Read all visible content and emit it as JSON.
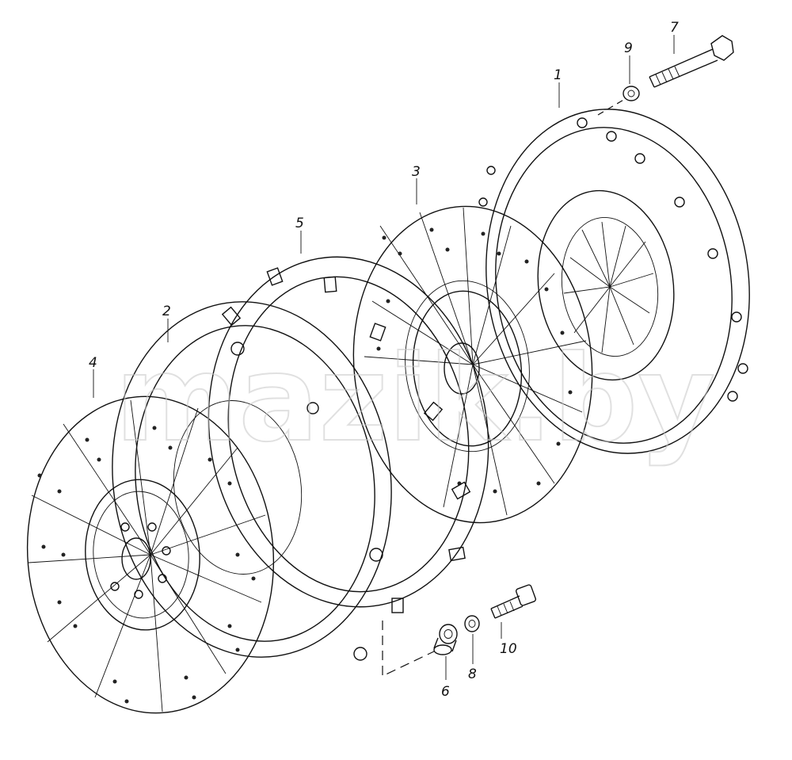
{
  "watermark": "mazik.by",
  "callouts": [
    {
      "id": "1",
      "label": "1"
    },
    {
      "id": "2",
      "label": "2"
    },
    {
      "id": "3",
      "label": "3"
    },
    {
      "id": "4",
      "label": "4"
    },
    {
      "id": "5",
      "label": "5"
    },
    {
      "id": "6",
      "label": "6"
    },
    {
      "id": "7",
      "label": "7"
    },
    {
      "id": "8",
      "label": "8"
    },
    {
      "id": "9",
      "label": "9"
    },
    {
      "id": "10",
      "label": "10"
    }
  ],
  "colors": {
    "line": "#111111",
    "watermark": "#c8c8c8",
    "background": "#ffffff"
  }
}
